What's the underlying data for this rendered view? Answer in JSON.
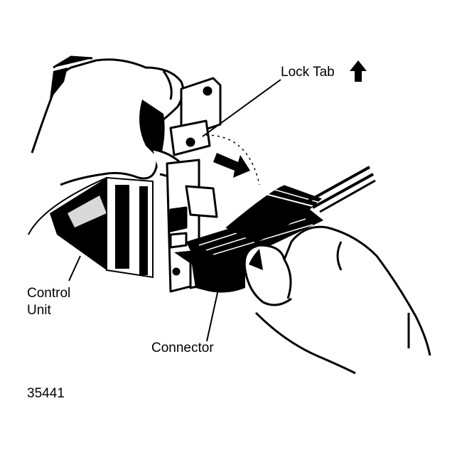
{
  "labels": {
    "lock_tab": "Lock Tab",
    "control": "Control",
    "unit": "Unit",
    "connector": "Connector",
    "figure_number": "35441"
  },
  "colors": {
    "ink": "#000000",
    "paper": "#ffffff"
  }
}
